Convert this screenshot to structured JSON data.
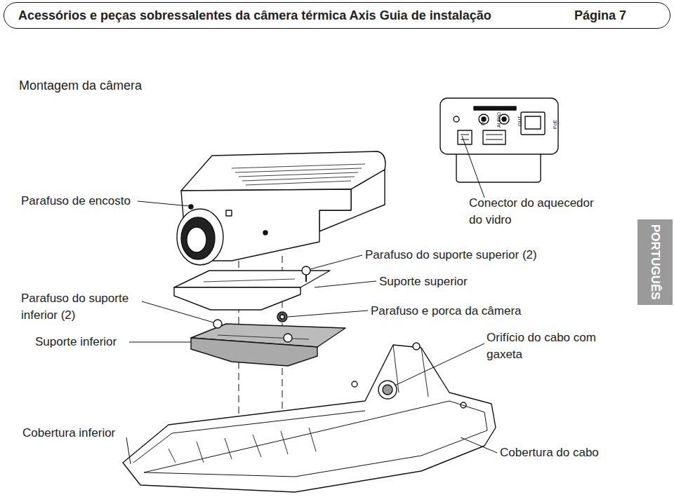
{
  "diagram": {
    "title": "Montagem da câmera",
    "nodes": [
      {
        "text": [
          "Acessórios e peças sobressalentes da câmera térmica Axis Guia de instalação",
          "Página 7"
        ]
      },
      {
        "text": [
          "PORTUGUÊS"
        ]
      }
    ],
    "labels": [
      "IN",
      "AUDIO",
      "OUT",
      "PoE",
      "Parafuso de encosto",
      "Conector do aquecedor do vidro",
      "Parafuso do suporte superior (2)",
      "Parafuso do suporte inferior (2)",
      "Suporte superior",
      "Parafuso e porca da câmera",
      "Suporte inferior",
      "Orifício do cabo com gaxeta",
      "Cobertura inferior",
      "Cobertura do cabo"
    ]
  }
}
